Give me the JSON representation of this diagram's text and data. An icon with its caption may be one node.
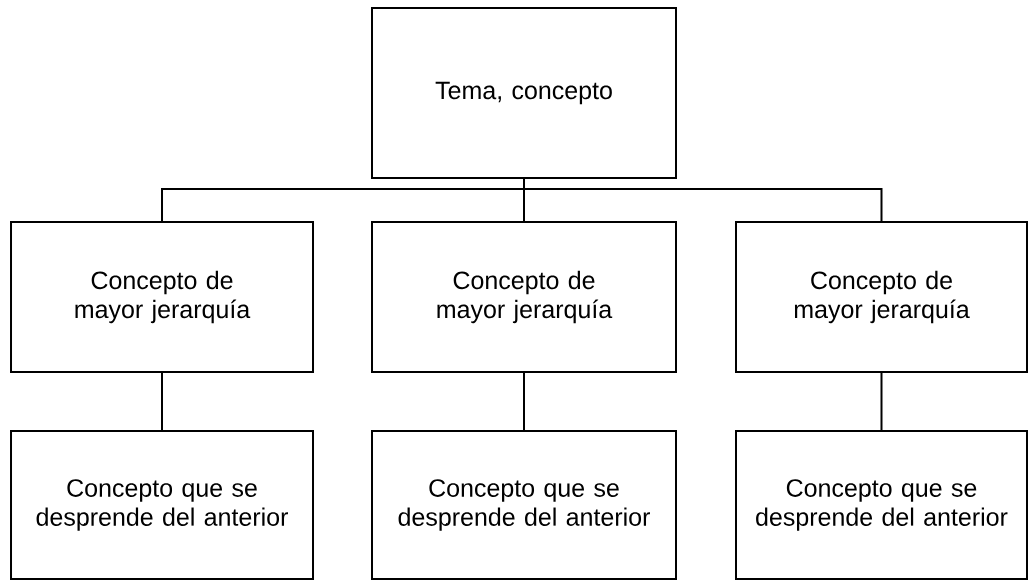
{
  "diagram": {
    "nodes": [
      {
        "text": [
          "Tema, concepto"
        ]
      },
      {
        "text": [
          "Concepto de mayor jerarquía"
        ]
      },
      {
        "text": [
          "Concepto de mayor jerarquía"
        ]
      },
      {
        "text": [
          "Concepto de mayor jerarquía"
        ]
      },
      {
        "text": [
          "Concepto que se desprende del anterior"
        ]
      },
      {
        "text": [
          "Concepto que se desprende del anterior"
        ]
      },
      {
        "text": [
          "Concepto que se desprende del anterior"
        ]
      }
    ],
    "edges": [
      {
        "from": 0,
        "to": 1,
        "arrow": "none"
      },
      {
        "from": 0,
        "to": 2,
        "arrow": "none"
      },
      {
        "from": 0,
        "to": 3,
        "arrow": "none"
      },
      {
        "from": 1,
        "to": 4,
        "arrow": "none"
      },
      {
        "from": 2,
        "to": 5,
        "arrow": "none"
      },
      {
        "from": 3,
        "to": 6,
        "arrow": "none"
      }
    ]
  }
}
